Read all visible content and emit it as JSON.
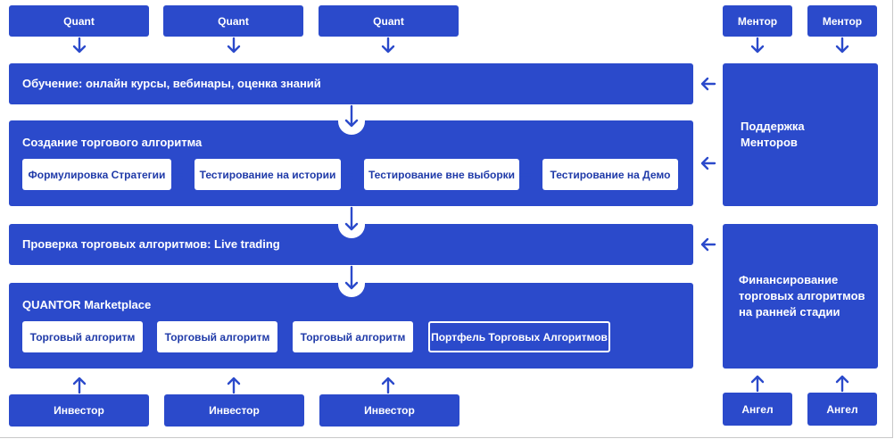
{
  "quants": [
    "Quant",
    "Quant",
    "Quant"
  ],
  "mentors": [
    "Ментор",
    "Ментор"
  ],
  "training": {
    "title": "Обучение: онлайн курсы, вебинары, оценка знаний"
  },
  "algo_creation": {
    "title": "Создание торгового алгоритма",
    "steps": [
      "Формулировка Стратегии",
      "Тестирование на истории",
      "Тестирование вне выборки",
      "Тестирование на Демо"
    ]
  },
  "live_check": {
    "title": "Проверка торговых алгоритмов: Live trading"
  },
  "marketplace": {
    "title": "QUANTOR Marketplace",
    "items": [
      "Торговый алгоритм",
      "Торговый алгоритм",
      "Торговый алгоритм"
    ],
    "portfolio": "Портфель Торговых Алгоритмов"
  },
  "mentor_support": {
    "line1": "Поддержка",
    "line2": "Менторов"
  },
  "financing": {
    "line1": "Финансирование",
    "line2": "торговых алгоритмов",
    "line3": "на ранней стадии"
  },
  "investors": [
    "Инвестор",
    "Инвестор",
    "Инвестор"
  ],
  "angels": [
    "Ангел",
    "Ангел"
  ],
  "colors": {
    "primary": "#2b4acb",
    "background": "#ffffff",
    "arrow": "#2b4acb"
  }
}
